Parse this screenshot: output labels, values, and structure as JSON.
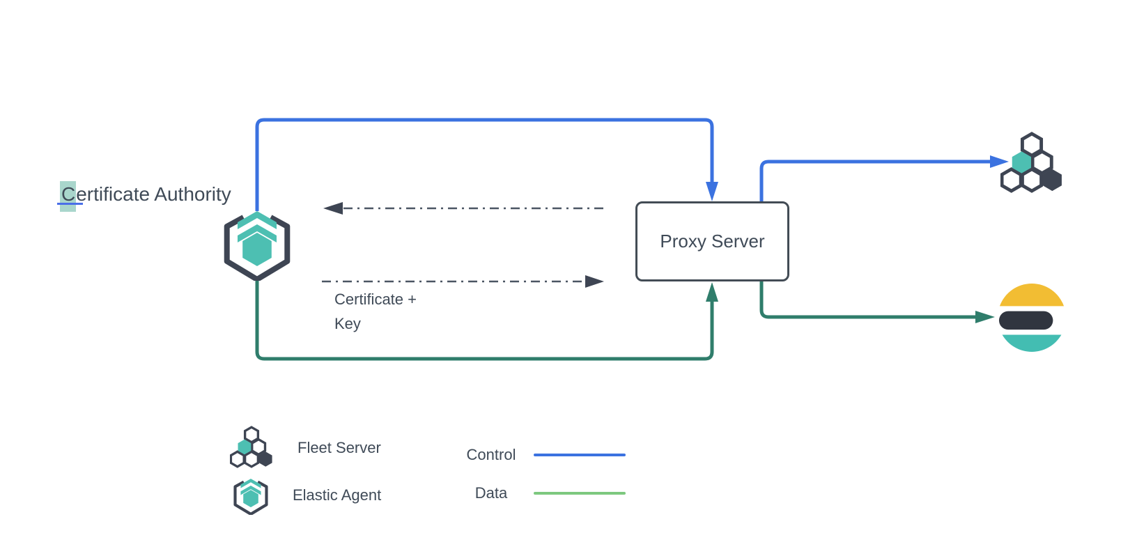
{
  "labels": {
    "certificate_authority": {
      "selected": "C",
      "rest": "ertificate Authority"
    },
    "proxy_server": "Proxy Server",
    "certificate_key": {
      "line1": "Certificate +",
      "line2": "Key"
    }
  },
  "legend": {
    "fleet_server": "Fleet Server",
    "elastic_agent": "Elastic Agent",
    "control": "Control",
    "data": "Data"
  },
  "icons": {
    "elastic_agent": "elastic-agent-icon",
    "fleet_server": "fleet-server-icon",
    "elasticsearch": "elasticsearch-icon"
  },
  "colors": {
    "control-blue": "#3b72e0",
    "data-green": "#2f7d6b",
    "legend-data-green": "#7dc87f",
    "icon-dark": "#3e4553",
    "icon-teal": "#4dbfb2",
    "es-yellow": "#f2bd33",
    "es-dark": "#30353f",
    "es-teal": "#43bdb2",
    "text-color": "#3f4a57",
    "dash-gray": "#4b5563",
    "box-border": "#434c55",
    "highlight-teal": "#a9d6cc",
    "cursor-blue": "#4a6fe8"
  }
}
